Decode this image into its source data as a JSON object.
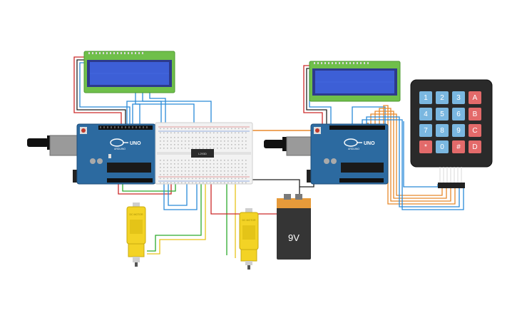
{
  "arduino_label": "UNO",
  "arduino_sublabel": "ARDUINO",
  "driver_chip_label": "L293D",
  "battery_label": "9V",
  "motor_label": "DC MOTOR",
  "keypad": {
    "rows": [
      [
        "1",
        "2",
        "3",
        "A"
      ],
      [
        "4",
        "5",
        "6",
        "B"
      ],
      [
        "7",
        "8",
        "9",
        "C"
      ],
      [
        "*",
        "0",
        "#",
        "D"
      ]
    ]
  },
  "colors": {
    "arduino": "#2c6aa0",
    "lcd_board": "#6fbf4a",
    "lcd_screen": "#3d5fd6",
    "keypad_body": "#2a2a2a",
    "key_blue": "#7ab7e0",
    "key_red": "#e36a6a",
    "breadboard": "#f2f2f2",
    "motor": "#f3d325",
    "battery": "#353535",
    "battery_cap": "#e69a3a"
  }
}
